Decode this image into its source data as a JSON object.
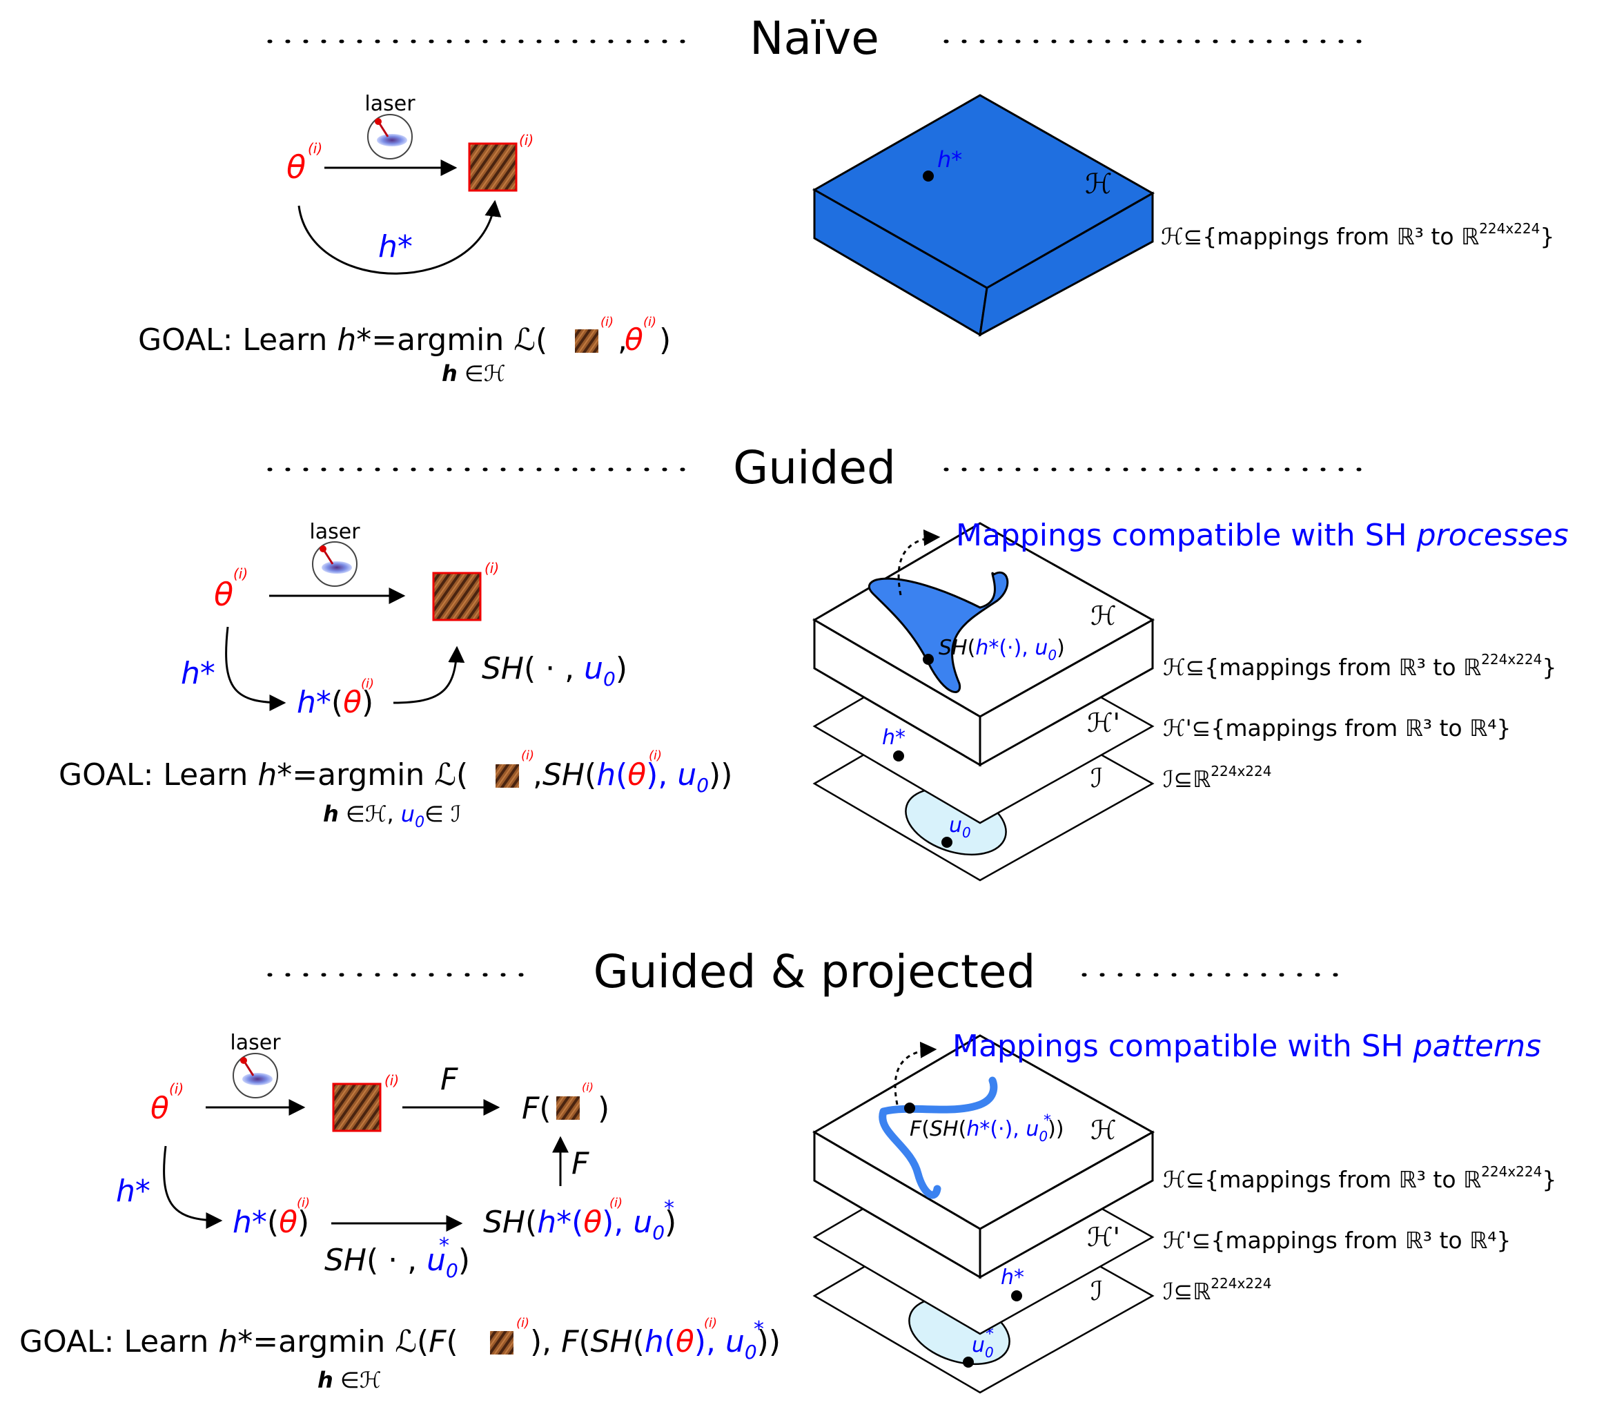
{
  "sections": {
    "naive": {
      "title": "Naïve"
    },
    "guided": {
      "title": "Guided"
    },
    "projected": {
      "title": "Guided & projected"
    }
  },
  "labels": {
    "laser": "laser",
    "theta": "θ",
    "sup_i": "(i)",
    "h_star": "h*",
    "h": "h",
    "u0": "u",
    "u0_sub": "0",
    "star": "*",
    "F": "F",
    "SH": "SH",
    "in": "∈",
    "goal_prefix": "GOAL: Learn ",
    "eq_argmin": "=argmin ",
    "loss": "ℒ",
    "H": "ℋ",
    "Hp": "ℋ'",
    "J": "ℐ"
  },
  "spaces": {
    "H_def": "ℋ⊆{mappings from ℝ³ to ℝ",
    "Hp_def": "ℋ'⊆{mappings from ℝ³ to ℝ⁴}",
    "J_def": "ℐ⊆ℝ",
    "dim": "224x224",
    "close": "}"
  },
  "callouts": {
    "processes_prefix": "Mappings compatible with SH ",
    "processes_italic": "processes",
    "patterns_prefix": "Mappings compatible with SH ",
    "patterns_italic": "patterns"
  },
  "colors": {
    "red": "#ff0000",
    "blue": "#0000ff",
    "slab_blue": "#1f6fe0",
    "region_blue": "#3b82f0",
    "light_blue": "#d8f2fb",
    "texture": "#8a4a22",
    "text": "#000000"
  },
  "icons": {
    "laser_icon": "laser-pattern-icon",
    "pattern_icon": "surface-pattern-thumbnail-icon"
  }
}
